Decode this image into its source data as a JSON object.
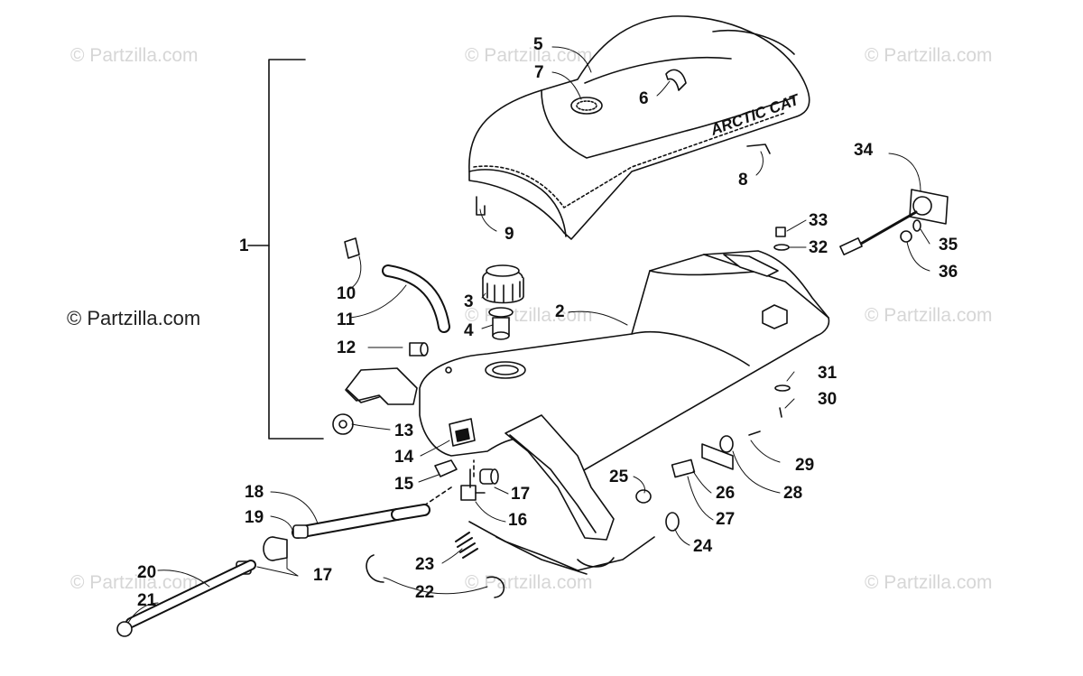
{
  "watermarks": {
    "top_left": "© Partzilla.com",
    "top_center": "© Partzilla.com",
    "top_right": "© Partzilla.com",
    "mid_left": "© Partzilla.com",
    "mid_center": "© Partzilla.com",
    "mid_right": "© Partzilla.com",
    "bottom_left": "© Partzilla.com",
    "bottom_center": "© Partzilla.com",
    "bottom_right": "© Partzilla.com"
  },
  "seat_brand": "ARCTIC CAT",
  "callouts": {
    "c1": "1",
    "c2": "2",
    "c3": "3",
    "c4": "4",
    "c5": "5",
    "c6": "6",
    "c7": "7",
    "c8": "8",
    "c9": "9",
    "c10": "10",
    "c11": "11",
    "c12": "12",
    "c13": "13",
    "c14": "14",
    "c15": "15",
    "c16": "16",
    "c17a": "17",
    "c17b": "17",
    "c18": "18",
    "c19": "19",
    "c20": "20",
    "c21": "21",
    "c22": "22",
    "c23": "23",
    "c24": "24",
    "c25": "25",
    "c26": "26",
    "c27": "27",
    "c28": "28",
    "c29": "29",
    "c30": "30",
    "c31": "31",
    "c32": "32",
    "c33": "33",
    "c34": "34",
    "c35": "35",
    "c36": "36"
  }
}
